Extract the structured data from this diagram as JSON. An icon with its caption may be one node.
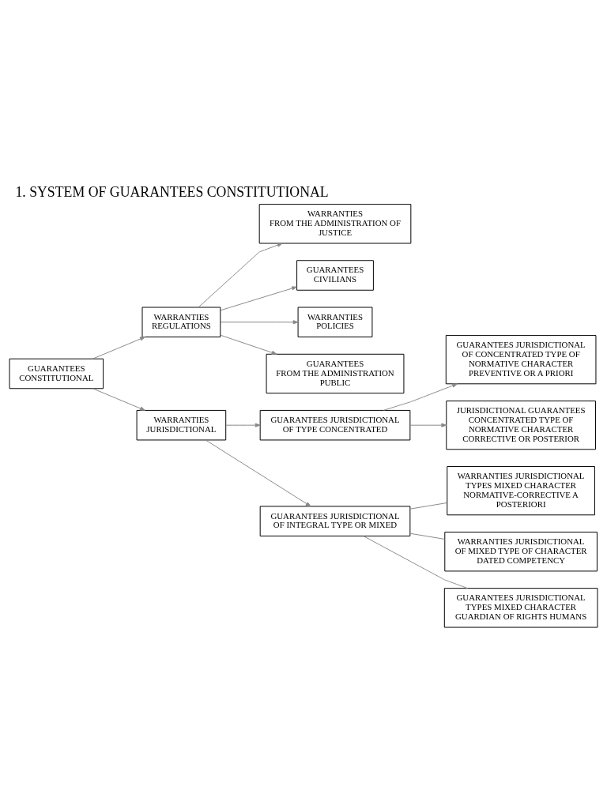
{
  "diagram": {
    "title": "1. SYSTEM OF GUARANTEES CONSTITUTIONAL",
    "nodes": [
      {
        "text": [
          "GUARANTEES",
          "CONSTITUTIONAL"
        ]
      },
      {
        "text": [
          "WARRANTIES",
          "REGULATIONS"
        ]
      },
      {
        "text": [
          "WARRANTIES",
          "FROM THE ADMINISTRATION OF JUSTICE"
        ]
      },
      {
        "text": [
          "GUARANTEES",
          "CIVILIANS"
        ]
      },
      {
        "text": [
          "WARRANTIES",
          "POLICIES"
        ]
      },
      {
        "text": [
          "GUARANTEES",
          "FROM THE ADMINISTRATION PUBLIC"
        ]
      },
      {
        "text": [
          "WARRANTIES",
          "JURISDICTIONAL"
        ]
      },
      {
        "text": [
          "GUARANTEES JURISDICTIONAL OF TYPE CONCENTRATED"
        ]
      },
      {
        "text": [
          "GUARANTEES JURISDICTIONAL OF INTEGRAL TYPE OR MIXED"
        ]
      },
      {
        "text": [
          "WARRANTIES JURISDICTIONAL TYPES MIXED CHARACTER NORMATIVE-CORRECTIVE A POSTERIORI"
        ]
      },
      {
        "text": [
          "WARRANTIES JURISDICTIONAL OF MIXED TYPE OF CHARACTER DATED COMPETENCY"
        ]
      },
      {
        "text": [
          "GUARANTEES JURISDICTIONAL TYPES MIXED CHARACTER GUARDIAN OF RIGHTS HUMANS"
        ]
      },
      {
        "text": [
          "GUARANTEES JURISDICTIONAL OF CONCENTRATED TYPE OF NORMATIVE CHARACTER PREVENTIVE OR A PRIORI"
        ]
      },
      {
        "text": [
          "JURISDICTIONAL GUARANTEES CONCENTRATED TYPE OF NORMATIVE CHARACTER CORRECTIVE OR POSTERIOR"
        ]
      }
    ],
    "edges": [
      {
        "from": 0,
        "to": 1,
        "arrow": "to"
      },
      {
        "from": 0,
        "to": 6,
        "arrow": "to"
      },
      {
        "from": 1,
        "to": 2,
        "arrow": "to"
      },
      {
        "from": 1,
        "to": 3,
        "arrow": "to"
      },
      {
        "from": 1,
        "to": 4,
        "arrow": "to"
      },
      {
        "from": 1,
        "to": 5,
        "arrow": "to"
      },
      {
        "from": 6,
        "to": 7,
        "arrow": "to"
      },
      {
        "from": 6,
        "to": 8,
        "arrow": "to"
      },
      {
        "from": 8,
        "to": 9,
        "arrow": "none"
      },
      {
        "from": 8,
        "to": 10,
        "arrow": "none"
      },
      {
        "from": 8,
        "to": 11,
        "arrow": "none"
      },
      {
        "from": 7,
        "to": 12,
        "arrow": "to"
      },
      {
        "from": 7,
        "to": 13,
        "arrow": "to"
      }
    ]
  }
}
